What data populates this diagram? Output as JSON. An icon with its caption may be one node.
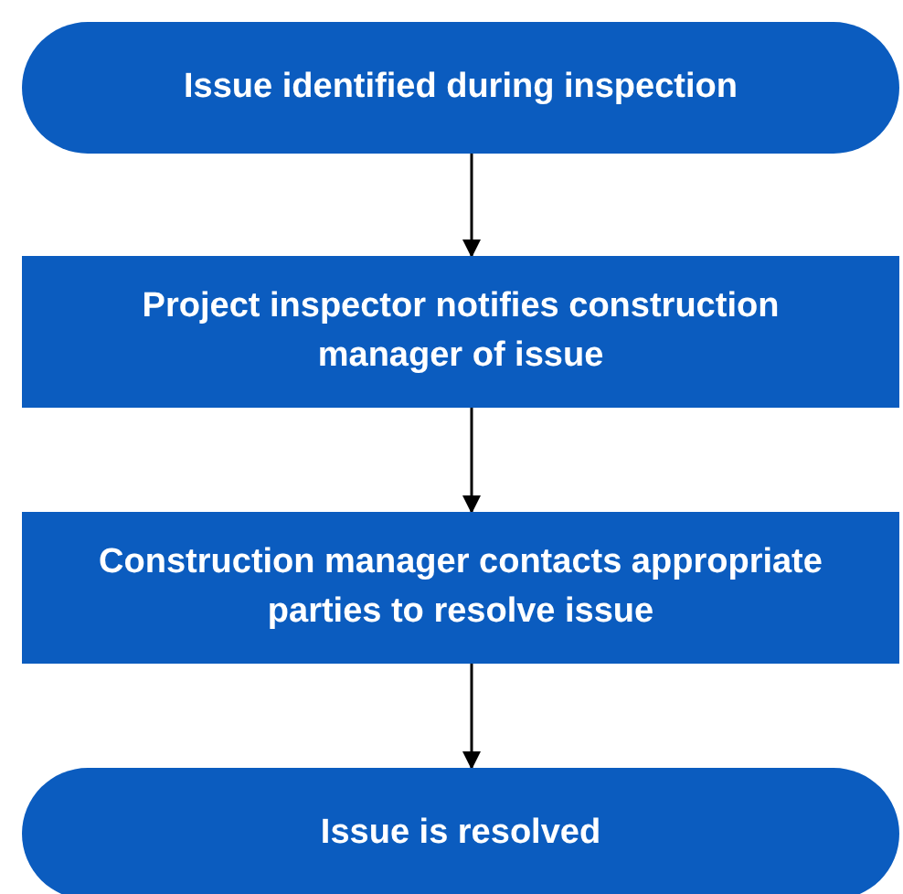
{
  "diagram": {
    "nodes": [
      {
        "text": [
          "Issue identified during inspection"
        ]
      },
      {
        "text": [
          "Project inspector notifies construction manager of issue"
        ]
      },
      {
        "text": [
          "Construction manager contacts appropriate parties to resolve issue"
        ]
      },
      {
        "text": [
          "Issue is resolved"
        ]
      }
    ],
    "edges": [
      {
        "from": 0,
        "to": 1,
        "arrow": "to"
      },
      {
        "from": 1,
        "to": 2,
        "arrow": "to"
      },
      {
        "from": 2,
        "to": 3,
        "arrow": "to"
      }
    ]
  }
}
